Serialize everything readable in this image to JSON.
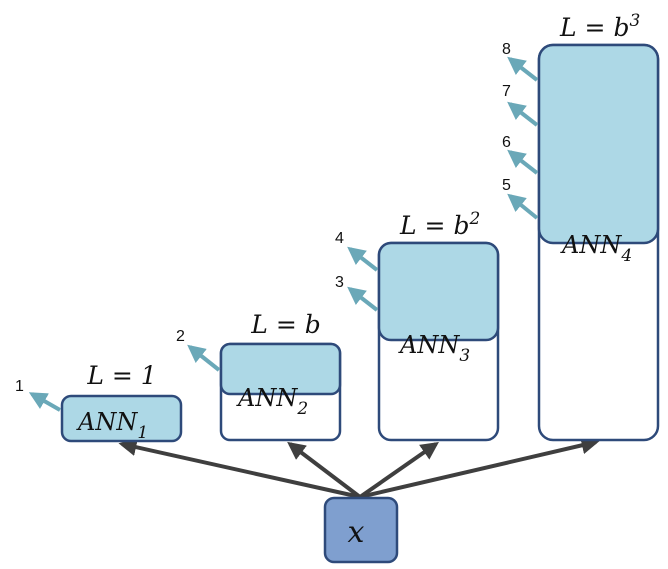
{
  "input_node": {
    "label": "x"
  },
  "networks": [
    {
      "name": "ANN",
      "subscript": "1",
      "depth_label": "L = 1",
      "outputs": [
        "1"
      ]
    },
    {
      "name": "ANN",
      "subscript": "2",
      "depth_label": "L = b",
      "outputs": [
        "2"
      ]
    },
    {
      "name": "ANN",
      "subscript": "3",
      "depth_label": "L = b",
      "depth_sup": "2",
      "outputs": [
        "3",
        "4"
      ]
    },
    {
      "name": "ANN",
      "subscript": "4",
      "depth_label": "L = b",
      "depth_sup": "3",
      "outputs": [
        "5",
        "6",
        "7",
        "8"
      ]
    }
  ],
  "colors": {
    "block_fill": "#add8e6",
    "block_stroke": "#2e4a7a",
    "input_fill": "#7f9fcf",
    "output_arrow": "#6aa8b8",
    "input_arrow": "#3f3f3f"
  }
}
